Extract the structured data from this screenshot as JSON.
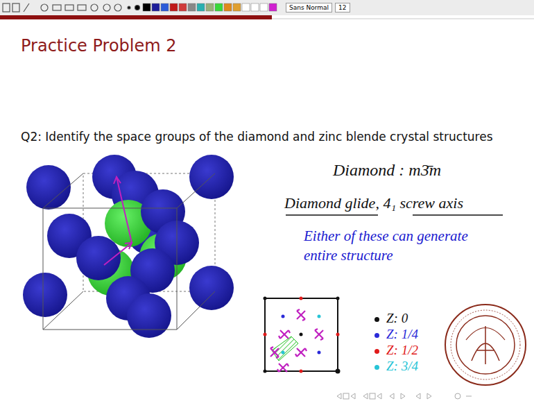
{
  "diagram": {
    "title": "Practice Problem 2",
    "nodes": [
      {
        "text": [
          "Sans Normal"
        ]
      },
      {
        "text": [
          "12"
        ]
      }
    ],
    "labels": [
      "Q2: Identify the space groups of the diamond and zinc blende crystal structures",
      "Diamond : m3̄m",
      "Diamond glide, 4₁ screw axis",
      "Either of these can generate entire structure"
    ],
    "legend": [
      {
        "text": "Z: 0",
        "color": "#111111"
      },
      {
        "text": "Z: 1/4",
        "color": "#2a2ad8"
      },
      {
        "text": "Z: 1/2",
        "color": "#e01a1a"
      },
      {
        "text": "Z: 3/4",
        "color": "#27c4d6"
      }
    ]
  }
}
